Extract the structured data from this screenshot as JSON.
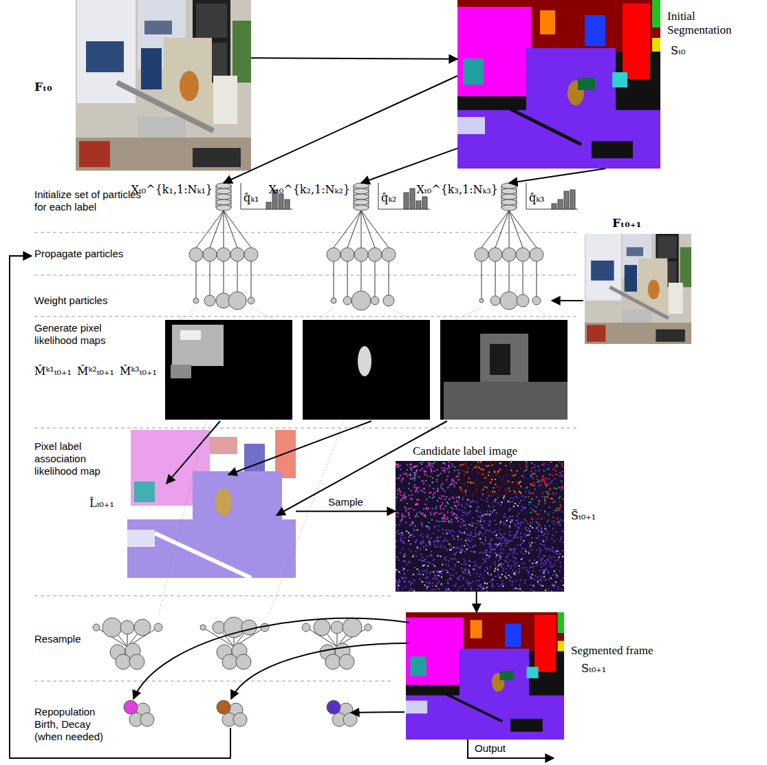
{
  "diagram": {
    "nodes": [
      {
        "text": [
          "Fₜ₀"
        ]
      },
      {
        "text": [
          "Initial Segmentation",
          "Sₜ₀"
        ]
      },
      {
        "text": [
          "Xₜ₀^{k₁,1:Nₖ₁}"
        ]
      },
      {
        "text": [
          "Xₜ₀^{k₂,1:Nₖ₂}"
        ]
      },
      {
        "text": [
          "Xₜ₀^{k₃,1:Nₖ₃}"
        ]
      },
      {
        "text": [
          "Fₜ₀₊₁"
        ]
      },
      {
        "text": [
          "Pixel label association likelihood map",
          "L̂ₜ₀₊₁"
        ]
      },
      {
        "text": [
          "Candidate label image",
          "S̃ₜ₀₊₁"
        ]
      },
      {
        "text": [
          "Segmented frame",
          "Sₜ₀₊₁"
        ]
      }
    ],
    "edges": [
      {
        "from": 0,
        "to": 1,
        "arrow": "to"
      },
      {
        "from": 1,
        "to": 2,
        "arrow": "to"
      },
      {
        "from": 1,
        "to": 3,
        "arrow": "to"
      },
      {
        "from": 1,
        "to": 4,
        "arrow": "to"
      },
      {
        "from": 6,
        "to": 7,
        "label": "Sample",
        "arrow": "to"
      },
      {
        "from": 7,
        "to": 8,
        "arrow": "to"
      }
    ],
    "labels": [
      "Initialize set of particles for each label",
      "q̂ₖ₁",
      "q̂ₖ₂",
      "q̂ₖ₃",
      "Propagate particles",
      "Weight particles",
      "Generate pixel likelihood maps",
      "M̂ᵏ¹ₜ₀₊₁",
      "M̂ᵏ²ₜ₀₊₁",
      "M̂ᵏ³ₜ₀₊₁",
      "Resample",
      "Repopulation Birth, Decay (when needed)",
      "Output"
    ]
  }
}
